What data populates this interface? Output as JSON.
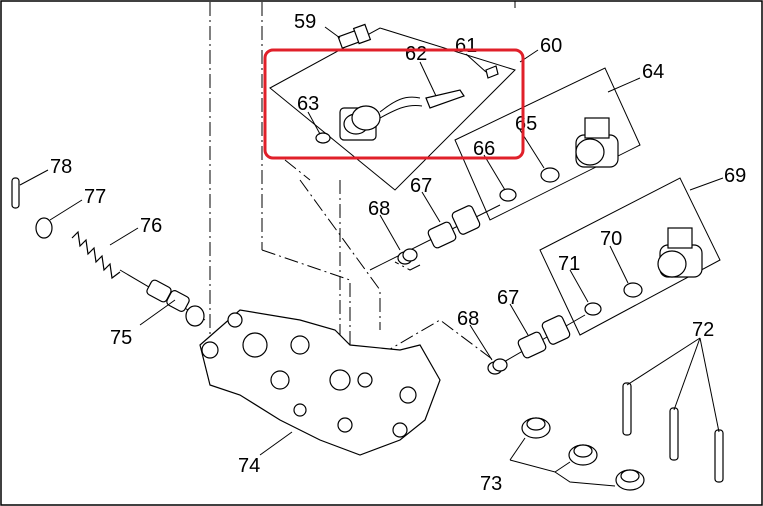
{
  "highlight_color": "#e0202a",
  "labels": {
    "p59": "59",
    "p60": "60",
    "p61": "61",
    "p62": "62",
    "p63": "63",
    "p64": "64",
    "p65": "65",
    "p66": "66",
    "p67a": "67",
    "p67b": "67",
    "p68a": "68",
    "p68b": "68",
    "p69": "69",
    "p70": "70",
    "p71": "71",
    "p72": "72",
    "p73": "73",
    "p74": "74",
    "p75": "75",
    "p76": "76",
    "p77": "77",
    "p78": "78"
  }
}
